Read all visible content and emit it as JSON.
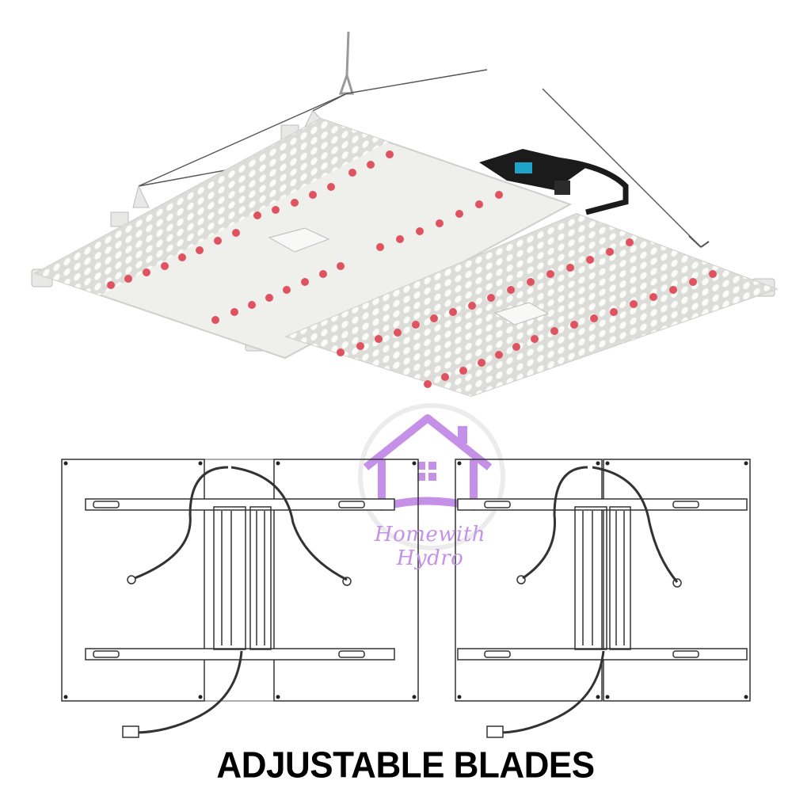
{
  "caption": "ADJUSTABLE BLADES",
  "watermark": {
    "text": "Homewith Hydro",
    "color": "#c591e8",
    "icon": "house-icon"
  },
  "colors": {
    "panel": "#f1f1ef",
    "led_white": "#fbfbf8",
    "led_red": "#e0525f",
    "driver": "#1b1b1b",
    "connector_accent": "#1fa3c8",
    "drawing_stroke": "#333333"
  },
  "icons": [
    "house-icon",
    "grow-light-panel",
    "power-driver",
    "power-cable-plug"
  ]
}
